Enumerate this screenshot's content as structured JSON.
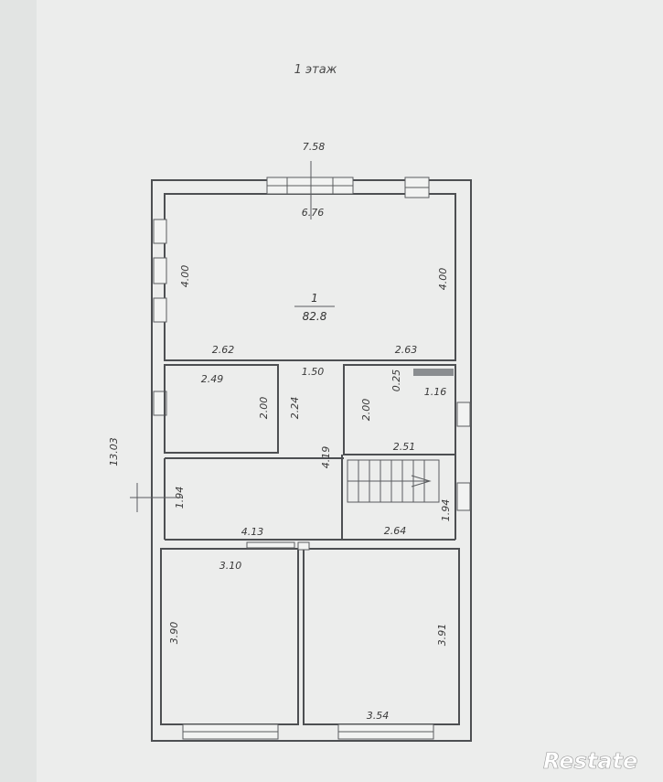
{
  "plan": {
    "floor_title": "1 этаж",
    "room_1": {
      "number": "1",
      "area": "82.8"
    },
    "dims": {
      "outer_width": "7.58",
      "inner_width": "6.76",
      "left_4": "4.00",
      "right_4": "4.00",
      "top_left_262": "2.62",
      "corridor_150": "1.50",
      "top_right_263": "2.63",
      "room_left_249": "2.49",
      "room_left_200": "2.00",
      "corridor_224": "2.24",
      "room_right_025": "0.25",
      "room_right_116": "1.16",
      "room_right_200": "2.00",
      "room_right_251": "2.51",
      "hall_419": "4.19",
      "total_1303": "13.03",
      "hall_left_194": "1.94",
      "hall_413": "4.13",
      "stair_264": "2.64",
      "stair_194": "1.94",
      "room_bl_310": "3.10",
      "room_bl_390": "3.90",
      "room_br_391": "3.91",
      "room_br_354": "3.54"
    }
  },
  "watermark": {
    "text": "Restate"
  }
}
